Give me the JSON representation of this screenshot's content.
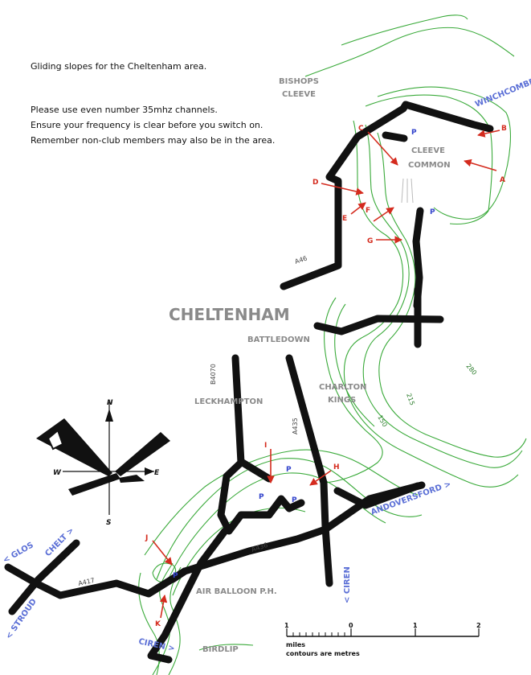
{
  "header": {
    "title": "Gliding slopes for the Cheltenham area.",
    "notes": [
      "Please use even number 35mhz channels.",
      "Ensure your frequency is clear before you switch on.",
      "Remember non-club members may also be in the area."
    ]
  },
  "places": {
    "bishops_cleeve_1": "BISHOPS",
    "bishops_cleeve_2": "CLEEVE",
    "cleeve_common_1": "CLEEVE",
    "cleeve_common_2": "COMMON",
    "cheltenham": "CHELTENHAM",
    "battledown": "BATTLEDOWN",
    "charlton_kings_1": "CHARLTON",
    "charlton_kings_2": "KINGS",
    "leckhampton": "LECKHAMPTON",
    "air_balloon": "AIR BALLOON P.H.",
    "birdlip": "BIRDLIP"
  },
  "roads": {
    "a46": "A46",
    "b4070": "B4070",
    "a435": "A435",
    "a436": "A436",
    "a417": "A417"
  },
  "directions": {
    "winchcombe": "WINCHCOMBE >",
    "andoversford": "ANDOVERSFORD >",
    "glos": "< GLOS",
    "chelt": "CHELT >",
    "stroud": "< STROUD",
    "ciren_east": "< CIREN",
    "ciren_south": "CIREN >"
  },
  "contours": {
    "c150": "150",
    "c215": "215",
    "c280": "280"
  },
  "slopes": [
    "A",
    "B",
    "C",
    "D",
    "E",
    "F",
    "G",
    "H",
    "I",
    "J",
    "K"
  ],
  "parking_label": "P",
  "compass": {
    "n": "N",
    "s": "S",
    "e": "E",
    "w": "W"
  },
  "scale": {
    "ticks": [
      "1",
      "0",
      "1",
      "2"
    ],
    "unit": "miles",
    "note": "contours are metres"
  },
  "colors": {
    "road": "#111111",
    "contour": "#3aaa3a",
    "arrow": "#d42b1e",
    "direction": "#5b6fd6",
    "parking": "#3344cc",
    "town": "#8a8a8a"
  }
}
